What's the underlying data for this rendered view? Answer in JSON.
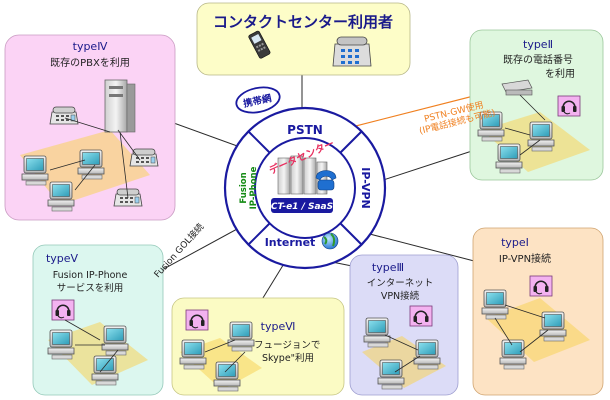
{
  "header": {
    "title": "コンタクトセンター利用者"
  },
  "center": {
    "pstn": "PSTN",
    "ip_vpn": "IP-VPN",
    "internet": "Internet",
    "fusion_line1": "Fusion",
    "fusion_line2": "IP-Phone",
    "data_center": "データセンター",
    "ctel_saas": "CT-e1 / SaaS",
    "mobile_network": "携帯網"
  },
  "links": {
    "pstn_gw_line1": "PSTN-GW使用",
    "pstn_gw_line2": "(IP電話接続も可能)",
    "fusion_gol": "Fusion GOL接続"
  },
  "types": {
    "type4": {
      "title": "typeⅣ",
      "desc1": "既存のPBXを利用",
      "desc2": ""
    },
    "type2": {
      "title": "typeⅡ",
      "desc1": "既存の電話番号",
      "desc2": "を利用"
    },
    "type5": {
      "title": "typeⅤ",
      "desc1": "Fusion IP-Phone",
      "desc2": "サービスを利用"
    },
    "type1": {
      "title": "typeⅠ",
      "desc1": "IP-VPN接続",
      "desc2": ""
    },
    "type3": {
      "title": "typeⅢ",
      "desc1": "インターネット",
      "desc2": "VPN接続"
    },
    "type6": {
      "title": "typeⅥ",
      "desc1": "\"フュージョンで",
      "desc2": "Skype\"利用"
    }
  },
  "colors": {
    "top_box": "#fdfdc8",
    "type4_box": "#fbd3f5",
    "type2_box": "#dff7df",
    "type5_box": "#dcf7ef",
    "type1_box": "#fde3c4",
    "type3_box": "#dcdcf7",
    "type6_box": "#fbfbc4",
    "accent_orange": "#f08020",
    "circle_blue": "#1a1aa0"
  }
}
